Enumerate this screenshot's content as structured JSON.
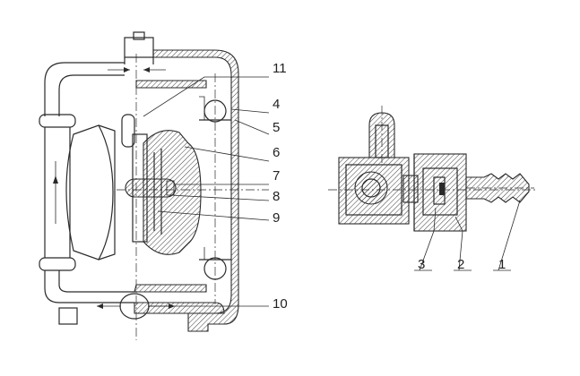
{
  "pump_labels": [
    "11",
    "4",
    "5",
    "6",
    "7",
    "8",
    "9",
    "10"
  ],
  "valve_labels": [
    "3",
    "2",
    "1"
  ],
  "colors": {
    "line": "#2a2a2a",
    "background": "#ffffff"
  }
}
